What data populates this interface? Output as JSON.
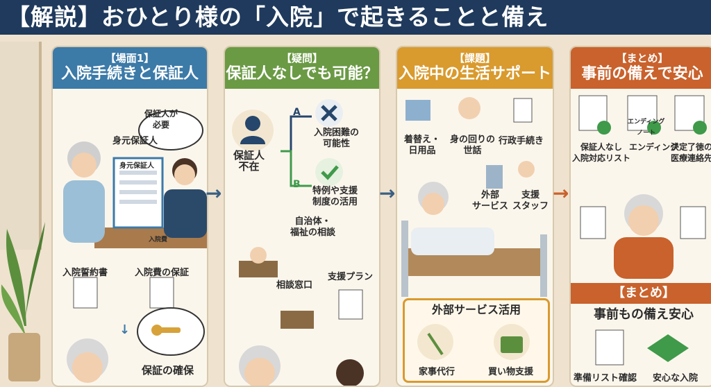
{
  "title": "【解説】おひとり様の「入院」で起きることと備え",
  "panels": {
    "p1": {
      "tag": "【場面1】",
      "heading": "入院手続きと保証人",
      "speech": "保証人が\n必要",
      "form_title": "身元保証人",
      "form_label": "身元保証人",
      "doc1": "入院誓約書",
      "doc2": "入院費の保証",
      "doc2_tag": "入院費",
      "result": "保証の確保"
    },
    "p2": {
      "tag": "【疑問】",
      "heading": "保証人なしでも可能？",
      "person": "保証人\n不在",
      "branch_a": "A",
      "branch_b": "B",
      "result_a": "入院困難の\n可能性",
      "result_b": "特例や支援\n制度の活用",
      "consult": "自治体・\n福祉の相談",
      "window": "相談窓口",
      "plan": "支援プラン"
    },
    "p3": {
      "tag": "【課題】",
      "heading": "入院中の生活サポート",
      "item1": "着替え・\n日用品",
      "item2": "身の回りの\n世話",
      "item3": "行政手続き",
      "item4": "外部\nサービス",
      "item5": "支援\nスタッフ",
      "box_title": "外部サービス活用",
      "box_item1": "家事代行",
      "box_item2": "買い物支援"
    },
    "p4": {
      "tag": "【まとめ】",
      "heading": "事前の備えで安心",
      "item1": "保証人なし\n入院対応リスト",
      "item2": "エンディング",
      "item2_note": "エンディング\nノート",
      "item3": "決定了徳の\n医療連絡先",
      "sub_tag": "【まとめ】",
      "sub_heading": "事前もの備え安心",
      "sub_item1": "準備リスト確認",
      "sub_item2": "安心な入院"
    }
  },
  "colors": {
    "title_bg": "#1f3a5c",
    "p1": "#3c7aa8",
    "p2": "#6a9a44",
    "p3": "#d99a2e",
    "p4": "#c9622c",
    "check": "#3f9a4a",
    "cross": "#26466b"
  }
}
